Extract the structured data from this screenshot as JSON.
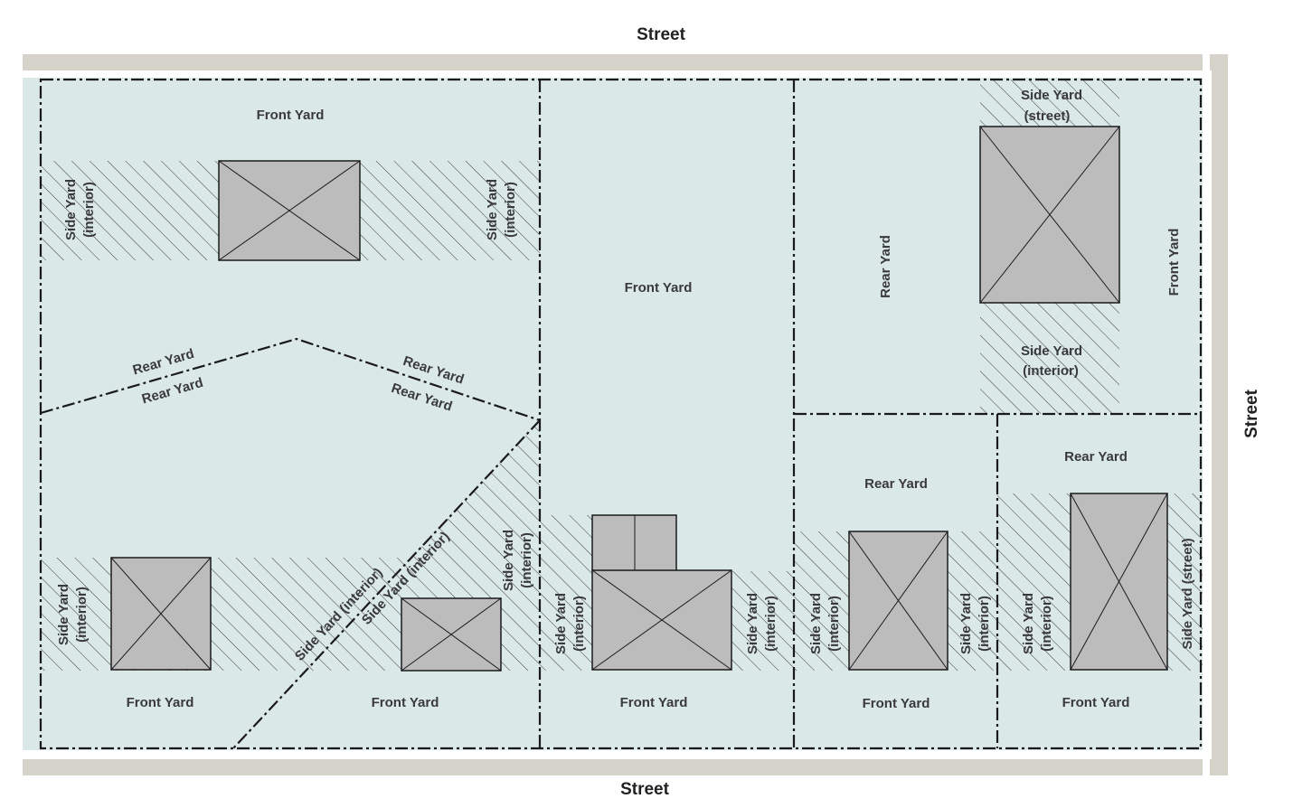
{
  "colors": {
    "lot_fill": "#dbe8e8",
    "street": "#d6d3cb",
    "building": "#bcbcbc",
    "boundary": "#1a1a1a"
  },
  "streets": {
    "top": "Street",
    "bottom": "Street",
    "right": "Street"
  },
  "labels": {
    "front_yard": "Front Yard",
    "rear_yard": "Rear Yard",
    "side_yard_interior_l1": "Side Yard",
    "side_yard_interior_l2": "(interior)",
    "side_yard_street_l1": "Side Yard",
    "side_yard_street_l2": "(street)",
    "side_yard_interior_inline": "Side Yard (interior)",
    "side_yard_street_inline": "Side Yard (street)"
  }
}
